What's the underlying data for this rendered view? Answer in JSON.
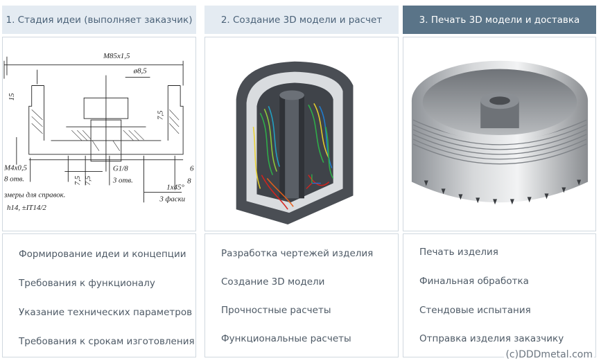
{
  "tabs": [
    {
      "label": "1. Стадия идеи (выполняет заказчик)"
    },
    {
      "label": "2. Создание 3D модели и расчет"
    },
    {
      "label": "3. Печать 3D модели и доставка"
    }
  ],
  "drawing": {
    "dims": [
      "М85х1,5",
      "ø8,5",
      "15",
      "7,5",
      "М4х0,5",
      "8 отв.",
      "7,5",
      "7,5",
      "G1/8",
      "3 отв.",
      "6",
      "8",
      "1х45°",
      "3 фаски",
      "змеры для справок.",
      "h14, ±IT14/2"
    ]
  },
  "columns": [
    {
      "items": [
        "Формирование идеи и концепции",
        "Требования к функционалу",
        "Указание технических параметров",
        "Требования к срокам изготовления"
      ]
    },
    {
      "items": [
        "Разработка чертежей изделия",
        "Создание 3D модели",
        "Прочностные расчеты",
        "Функциональные расчеты"
      ]
    },
    {
      "items": [
        "Печать изделия",
        "Финальная обработка",
        "Стендовые испытания",
        "Отправка изделия заказчику"
      ]
    }
  ],
  "watermark": "(c)DDDmetal.com"
}
